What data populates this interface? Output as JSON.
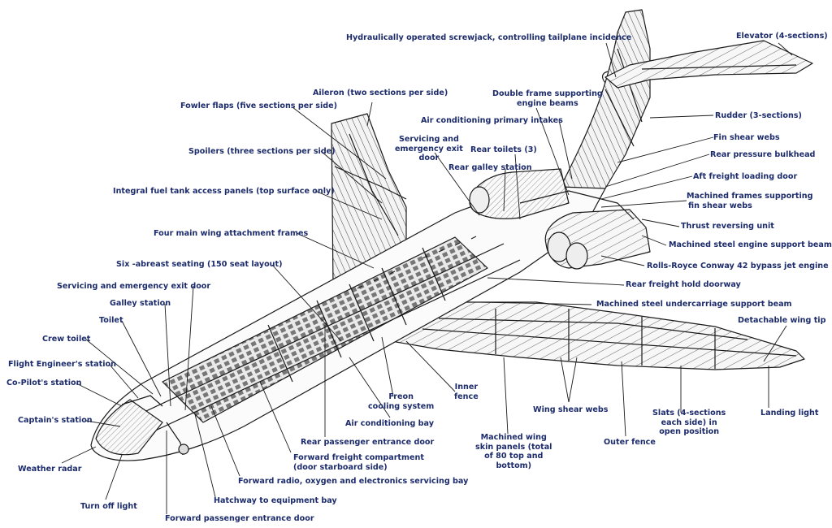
{
  "colors": {
    "label": "#1c2b6b",
    "leader": "#1a1a1a",
    "outline": "#1a1a1a",
    "background": "#ffffff"
  },
  "labels": {
    "screwjack": "Hydraulically operated screwjack, controlling tailplane incidence",
    "elevator": "Elevator (4-sections)",
    "aileron": "Aileron (two sections per side)",
    "fowler": "Fowler flaps (five sections per side)",
    "double_frame_1": "Double frame supporting",
    "double_frame_2": "engine beams",
    "air_intakes": "Air conditioning primary intakes",
    "rudder": "Rudder (3-sections)",
    "servicing_exit_1": "Servicing and",
    "servicing_exit_2": "emergency exit",
    "servicing_exit_3": "door",
    "rear_toilets": "Rear toilets (3)",
    "fin_webs": "Fin shear webs",
    "spoilers": "Spoilers (three sections per side)",
    "rear_galley": "Rear galley station",
    "rear_bulkhead": "Rear pressure bulkhead",
    "aft_freight": "Aft freight loading door",
    "fuel_panels": "Integral fuel tank access panels (top surface only)",
    "machined_frames_1": "Machined frames supporting",
    "machined_frames_2": "fin shear webs",
    "thrust_reversing": "Thrust reversing unit",
    "wing_frames": "Four main wing attachment frames",
    "engine_beams": "Machined steel engine support beams",
    "seating": "Six -abreast seating (150 seat layout)",
    "conway": "Rolls-Royce Conway 42 bypass jet engine",
    "servicing_door": "Servicing and emergency exit door",
    "rear_freight_door": "Rear freight hold doorway",
    "galley": "Galley station",
    "undercarriage_beam": "Machined steel undercarriage support beam",
    "toilet": "Toilet",
    "wing_tip": "Detachable wing tip",
    "crew_toilet": "Crew toilet",
    "flight_engineer": "Flight Engineer's station",
    "copilot": "Co-Pilot's station",
    "inner_fence_1": "Inner",
    "inner_fence_2": "fence",
    "freon_1": "Freon",
    "freon_2": "cooling system",
    "wing_shear_webs": "Wing shear webs",
    "captain": "Captain's station",
    "ac_bay": "Air conditioning bay",
    "slats_1": "Slats (4-sections",
    "slats_2": "each side) in",
    "slats_3": "open position",
    "landing_light": "Landing light",
    "skin_1": "Machined wing",
    "skin_2": "skin panels (total",
    "skin_3": "of 80 top and",
    "skin_4": "bottom)",
    "rear_pax_door": "Rear passenger entrance door",
    "outer_fence": "Outer fence",
    "fwd_freight_1": "Forward freight compartment",
    "fwd_freight_2": "(door starboard side)",
    "weather_radar": "Weather radar",
    "fwd_radio": "Forward radio, oxygen and electronics servicing bay",
    "hatchway": "Hatchway to equipment bay",
    "turn_off_light": "Turn off light",
    "fwd_pax_door": "Forward passenger entrance door"
  }
}
